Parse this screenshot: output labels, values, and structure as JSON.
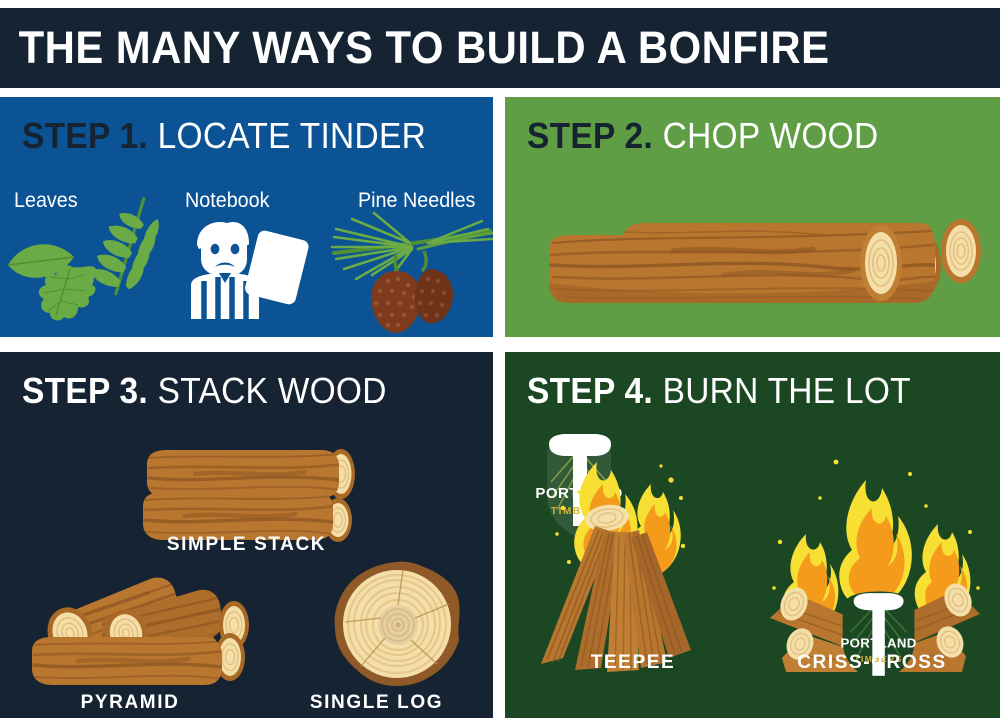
{
  "header": {
    "title": "THE MANY WAYS TO BUILD A BONFIRE"
  },
  "colors": {
    "navy": "#152332",
    "blue": "#0b5394",
    "green": "#5f9e44",
    "forest": "#1b4722",
    "white": "#ffffff",
    "wood_light": "#f5dfa8",
    "wood_mid": "#b9762f",
    "wood_dark": "#8a5421",
    "flame_yellow": "#f7e033",
    "flame_orange": "#f59b1c",
    "leaf_green": "#6aab46",
    "cone_brown": "#7d3a1d",
    "timbers_gold": "#d4b233"
  },
  "panels": [
    {
      "id": "panel-1",
      "step": "STEP 1.",
      "title": "LOCATE TINDER",
      "background": "#0b5394",
      "items": [
        {
          "label": "Leaves",
          "icon": "leaves-icon"
        },
        {
          "label": "Notebook",
          "icon": "referee-card-icon"
        },
        {
          "label": "Pine Needles",
          "icon": "pine-branch-cones-icon"
        }
      ]
    },
    {
      "id": "panel-2",
      "step": "STEP 2.",
      "title": "CHOP WOOD",
      "background": "#5f9e44",
      "items": [
        {
          "label": "",
          "icon": "stacked-logs-icon"
        }
      ]
    },
    {
      "id": "panel-3",
      "step": "STEP 3.",
      "title": "STACK WOOD",
      "background": "#152332",
      "items": [
        {
          "label": "SIMPLE STACK",
          "icon": "simple-stack-icon"
        },
        {
          "label": "PYRAMID",
          "icon": "pyramid-stack-icon"
        },
        {
          "label": "SINGLE LOG",
          "icon": "log-cross-section-icon"
        }
      ]
    },
    {
      "id": "panel-4",
      "step": "STEP 4.",
      "title": "BURN THE LOT",
      "background": "#1b4722",
      "items": [
        {
          "label": "TEEPEE",
          "icon": "teepee-fire-icon"
        },
        {
          "label": "CRISS-CROSS",
          "icon": "criss-cross-fire-icon"
        }
      ]
    }
  ],
  "logo": {
    "name": "portland-timbers-logo",
    "primary_text": "PORTLAND",
    "secondary_text": "TIMBERS"
  }
}
